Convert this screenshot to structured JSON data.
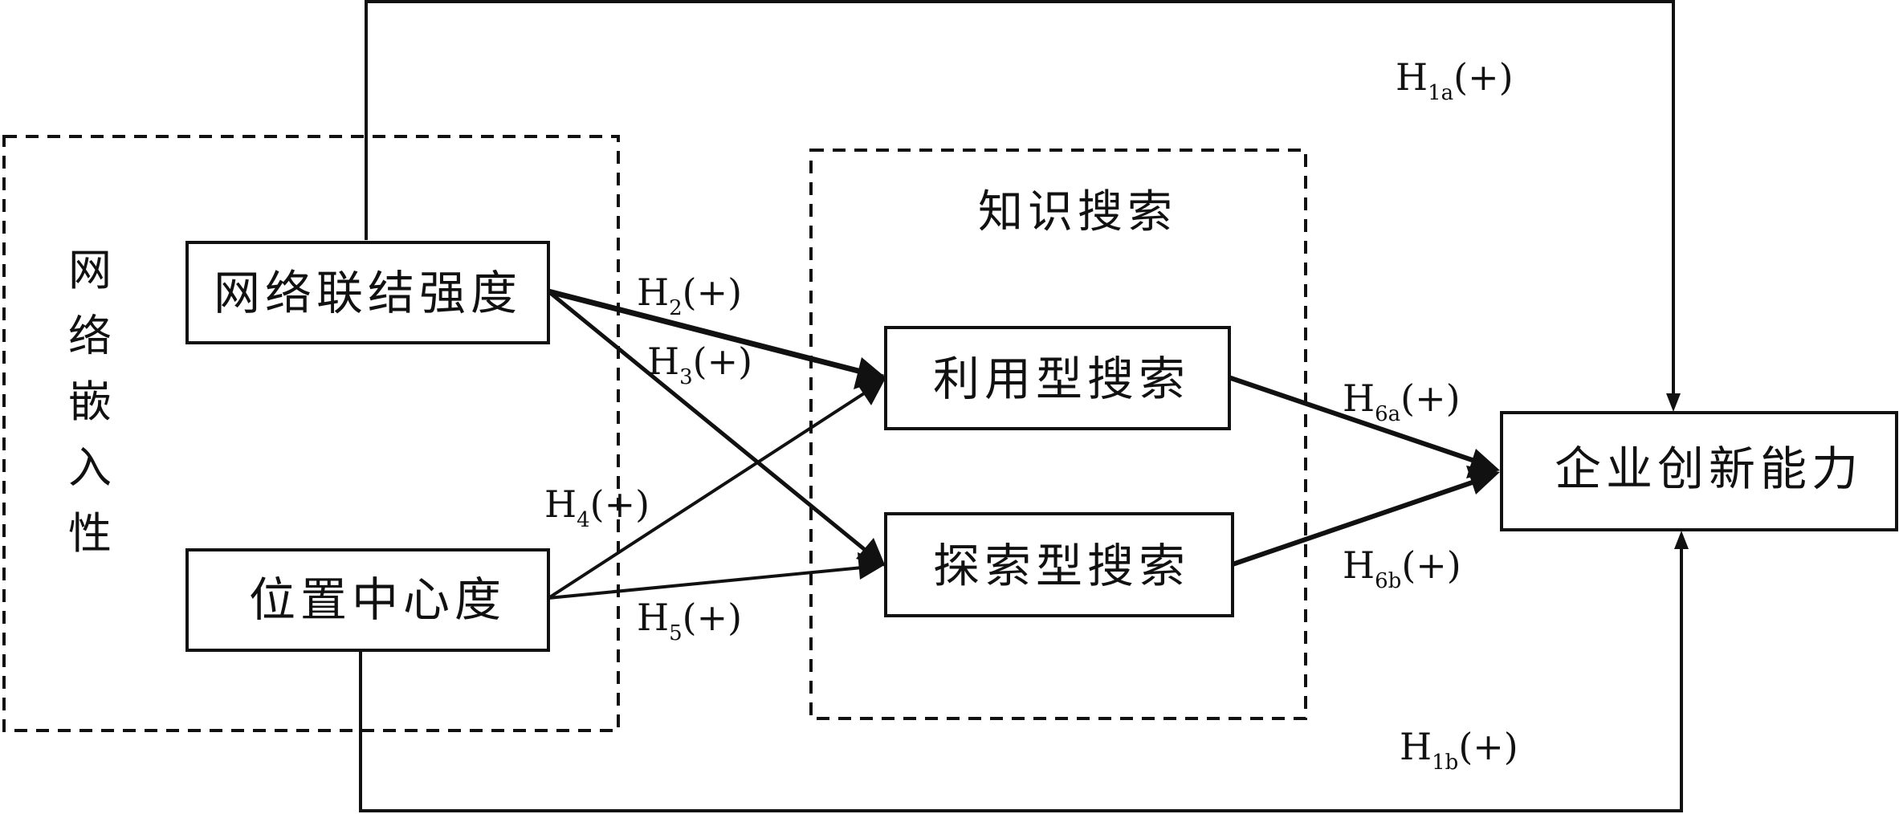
{
  "groups": {
    "network_embeddedness": {
      "label_chars": [
        "网",
        "络",
        "嵌",
        "入",
        "性"
      ]
    },
    "knowledge_search": {
      "label": "知识搜索"
    }
  },
  "nodes": {
    "tie_strength": {
      "label": "网络联结强度"
    },
    "centrality": {
      "label": "位置中心度"
    },
    "exploitative_search": {
      "label": "利用型搜索"
    },
    "exploratory_search": {
      "label": "探索型搜索"
    },
    "innovation": {
      "label": "企业创新能力"
    }
  },
  "hypotheses": {
    "h1a": {
      "base": "H",
      "sub": "1a",
      "sign": "(+)"
    },
    "h1b": {
      "base": "H",
      "sub": "1b",
      "sign": "(+)"
    },
    "h2": {
      "base": "H",
      "sub": "2",
      "sign": "(+)"
    },
    "h3": {
      "base": "H",
      "sub": "3",
      "sign": "(+)"
    },
    "h4": {
      "base": "H",
      "sub": "4",
      "sign": "(+)"
    },
    "h5": {
      "base": "H",
      "sub": "5",
      "sign": "(+)"
    },
    "h6a": {
      "base": "H",
      "sub": "6a",
      "sign": "(+)"
    },
    "h6b": {
      "base": "H",
      "sub": "6b",
      "sign": "(+)"
    }
  }
}
